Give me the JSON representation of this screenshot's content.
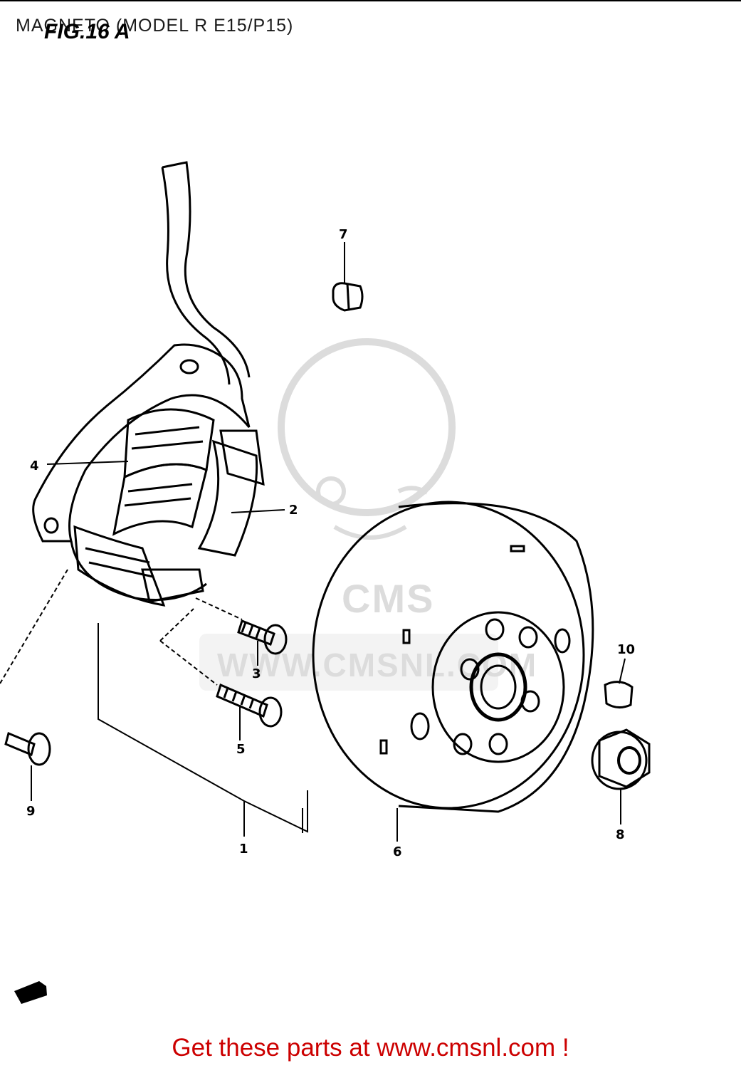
{
  "header": {
    "title": "MAGNETO (MODEL R E15/P15)",
    "fig_label": "FIG.16 A"
  },
  "watermark": {
    "brand": "CMS",
    "url": "WWW.CMSNL.COM"
  },
  "callouts": {
    "c1": "1",
    "c2": "2",
    "c3": "3",
    "c4": "4",
    "c5": "5",
    "c6": "6",
    "c7": "7",
    "c8": "8",
    "c9": "9",
    "c10": "10"
  },
  "footer": {
    "link_text": "Get these parts at www.cmsnl.com !"
  },
  "colors": {
    "line": "#000000",
    "footer_link": "#cc0000",
    "watermark": "#000000"
  }
}
